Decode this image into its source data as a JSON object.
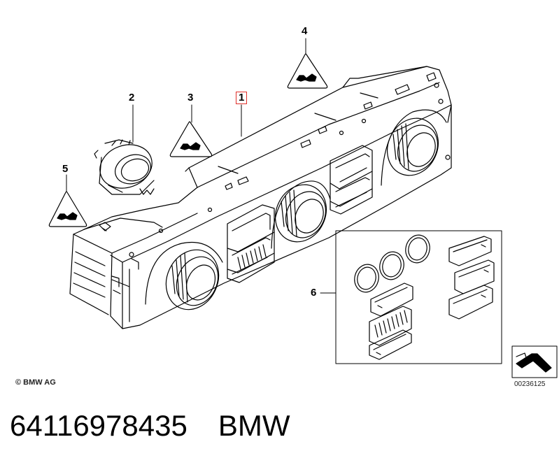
{
  "callouts": {
    "c1": "1",
    "c2": "2",
    "c3": "3",
    "c4": "4",
    "c5": "5",
    "c6": "6"
  },
  "copyright": "© BMW AG",
  "document_number": "00236125",
  "part_number": "64116978435",
  "brand": "BMW",
  "colors": {
    "highlight_box": "#e0302a",
    "line": "#000000"
  }
}
